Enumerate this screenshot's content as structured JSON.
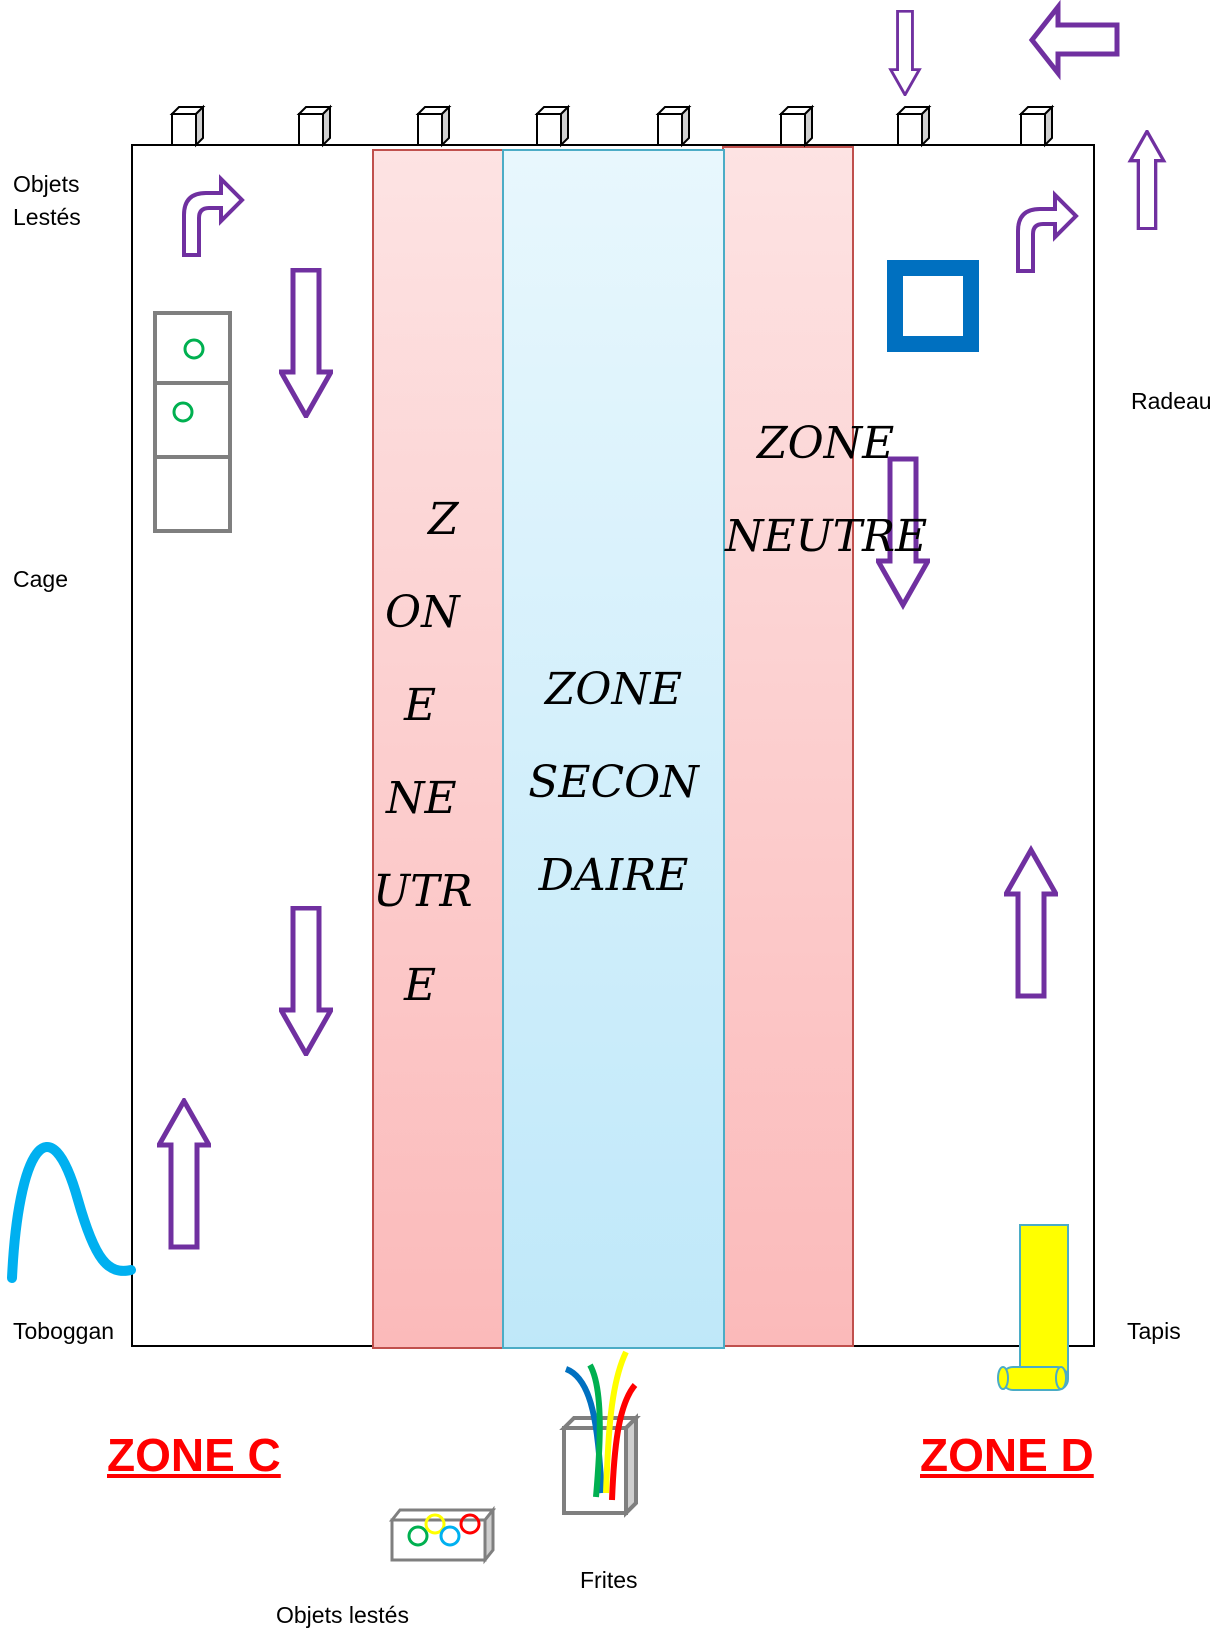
{
  "labels": {
    "objets_lestes_top": [
      "Objets",
      "Lestés"
    ],
    "radeau": "Radeau",
    "cage": "Cage",
    "toboggan": "Toboggan",
    "tapis": "Tapis",
    "frites": "Frites",
    "objets_lestes_bottom": "Objets lestés"
  },
  "zones": {
    "zone_c": "ZONE C",
    "zone_d": "ZONE D",
    "neutre_left": [
      "Z",
      "ON",
      "E",
      "NE",
      "UTR",
      "E"
    ],
    "secondaire": [
      "ZONE",
      "SECON",
      "DAIRE"
    ],
    "neutre_right": [
      "ZONE",
      "NEUTRE"
    ]
  },
  "colors": {
    "arrow": "#7030a0",
    "zone_neutre": "#fbc4c4",
    "zone_secondaire": "#c5eaf8",
    "zone_label": "#ff0000",
    "radeau": "#0070c0",
    "toboggan": "#00b0f0",
    "tapis": "#ffff00",
    "ring_green": "#00b050"
  }
}
